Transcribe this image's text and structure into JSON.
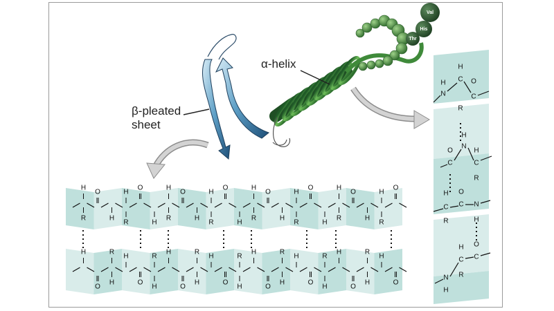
{
  "labels": {
    "alpha_helix": "α-helix",
    "beta_sheet_line1": "β-pleated",
    "beta_sheet_line2": "sheet"
  },
  "residues": [
    "Val",
    "His",
    "Thr"
  ],
  "atoms": {
    "carbon": "C",
    "nitrogen": "N",
    "oxygen": "O",
    "hydrogen": "H",
    "r_group": "R"
  },
  "colors": {
    "strand_band": "#bfe0dc",
    "strand_band_light": "#d9ecea",
    "helix_green": "#3f8a3a",
    "helix_dark": "#1f4f24",
    "sheet_blue": "#5b9bc0",
    "arrow_gray": "#bdbdbd"
  }
}
